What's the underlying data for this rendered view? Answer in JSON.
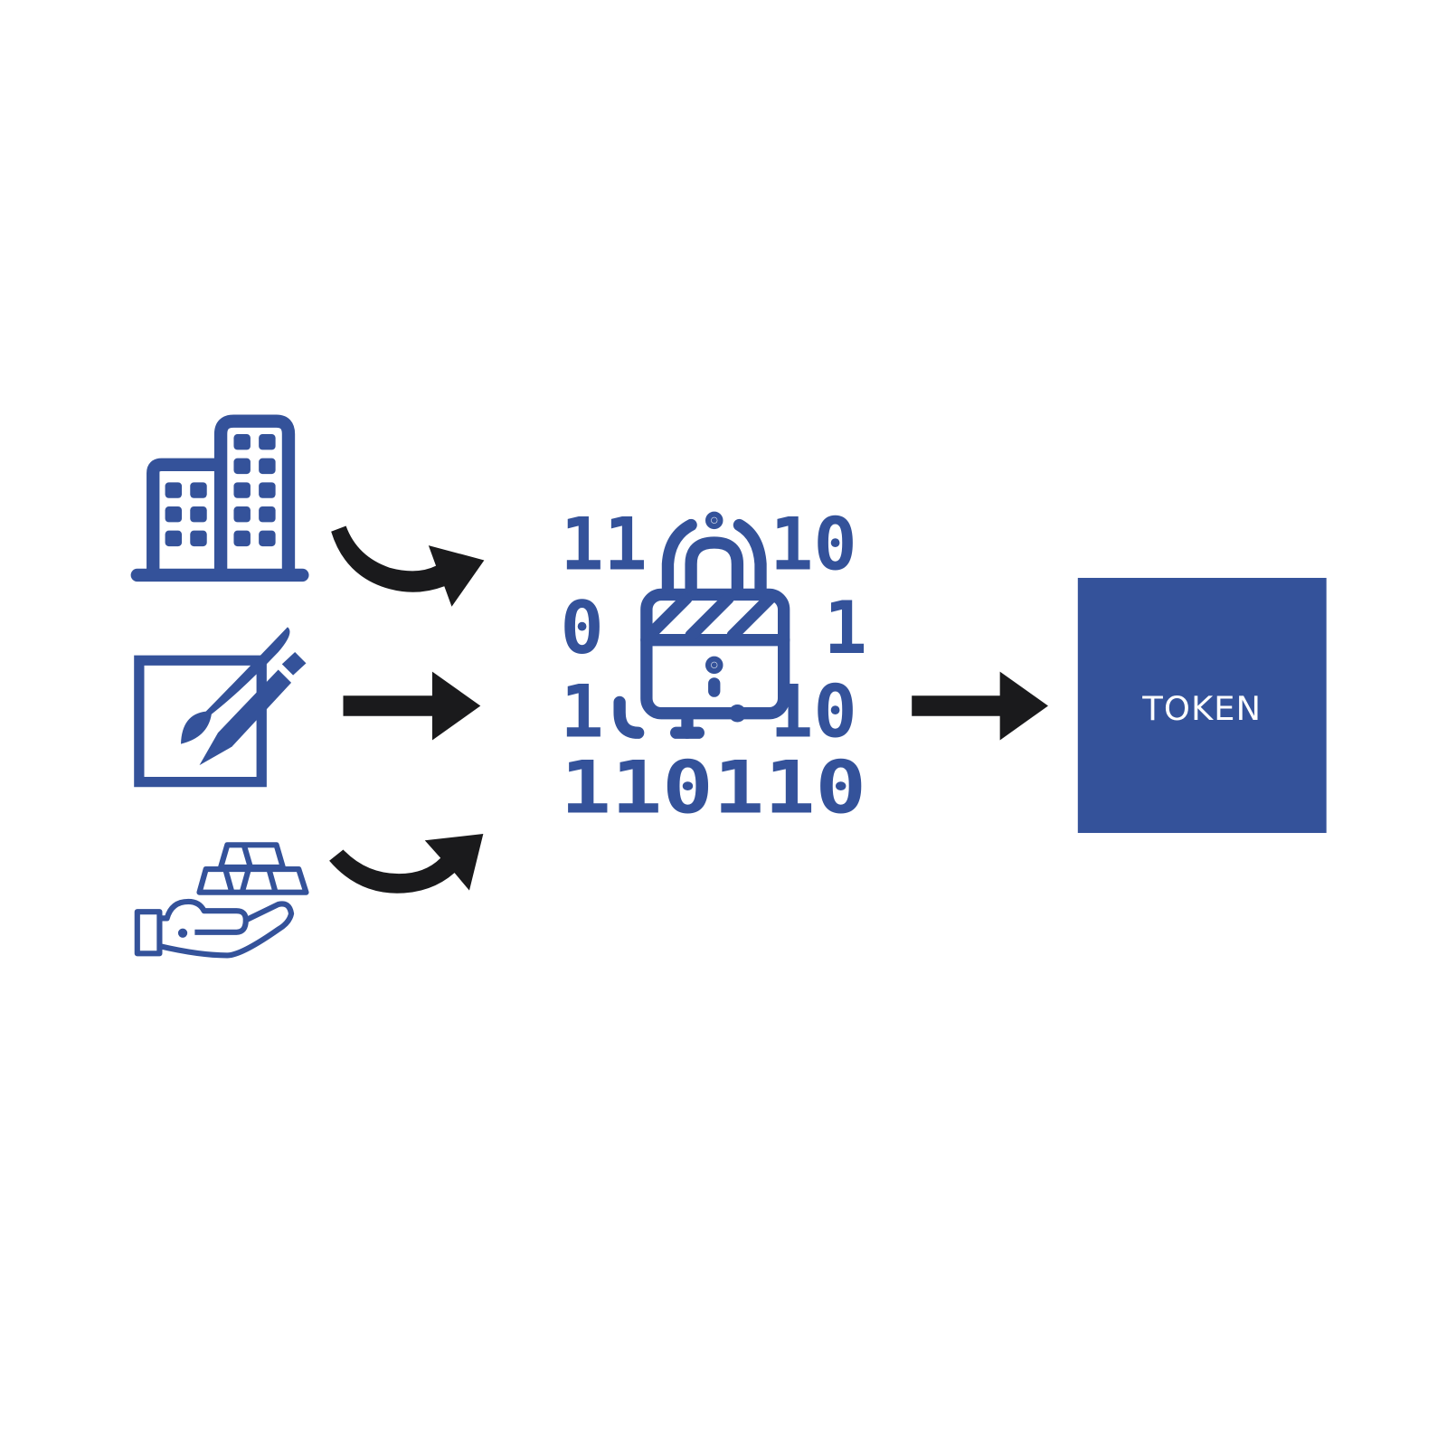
{
  "colors": {
    "accent": "#34529a",
    "arrow": "#1a1a1c",
    "background": "#ffffff"
  },
  "sources": [
    {
      "icon": "office-buildings-icon"
    },
    {
      "icon": "art-canvas-brush-pen-icon"
    },
    {
      "icon": "gold-bars-in-hand-icon"
    }
  ],
  "center": {
    "icon": "binary-lock-icon",
    "digits": {
      "row1_left": "11",
      "row1_right": "10",
      "row2_left": "0",
      "row2_right": "1",
      "row3_left": "1",
      "row3_right": "10",
      "row4": "110110"
    }
  },
  "token": {
    "label": "TOKEN"
  }
}
